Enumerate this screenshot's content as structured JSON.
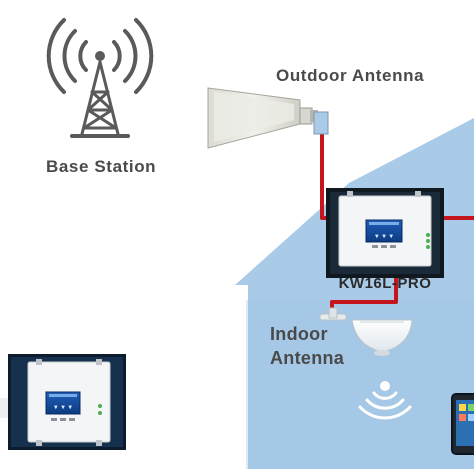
{
  "labels": {
    "outdoor_antenna": "Outdoor Antenna",
    "base_station": "Base Station",
    "indoor_antenna_line1": "Indoor",
    "indoor_antenna_line2": "Antenna",
    "model_text": "KW16L-PRO"
  },
  "icons": {
    "tower": "cell-tower-icon",
    "outdoor": "panel-antenna-icon",
    "indoor": "ceiling-antenna-icon",
    "signal": "wifi-signal-icon",
    "booster": "signal-booster-icon",
    "phone": "smartphone-icon"
  },
  "colors": {
    "house_fill": "#a9cbe8",
    "cable": "#c4161c",
    "text": "#4a4a4a",
    "icon_gray": "#5a5a5a"
  }
}
